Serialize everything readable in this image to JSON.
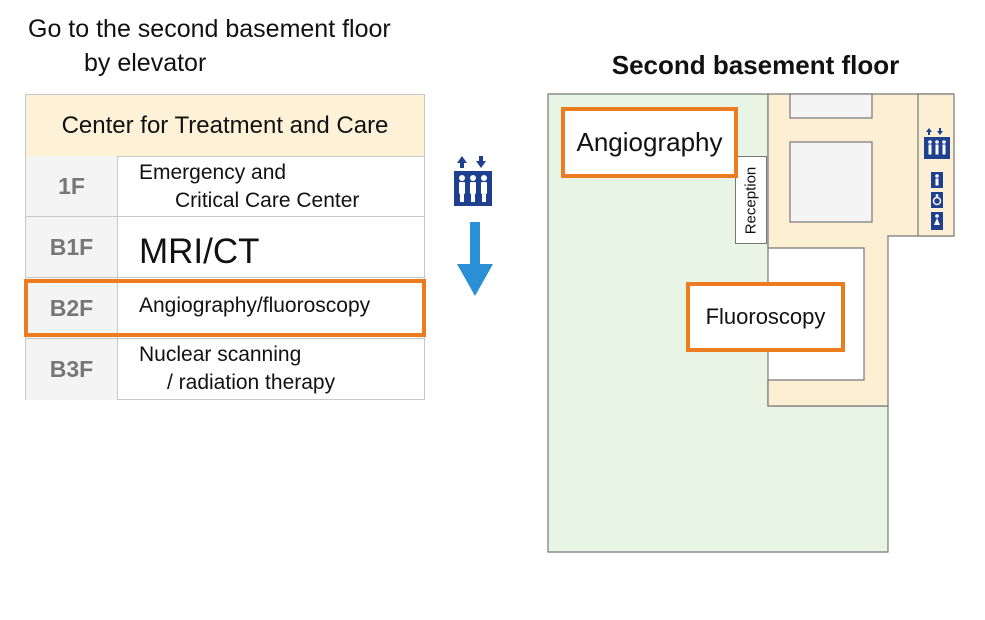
{
  "instruction": {
    "line1": "Go to the second basement floor",
    "line2": "by elevator"
  },
  "directory": {
    "heading": "Center for Treatment and Care",
    "rows": [
      {
        "floor": "1F",
        "line1": "Emergency and",
        "line2": "Critical Care Center"
      },
      {
        "floor": "B1F",
        "line1": "MRI/CT",
        "line2": ""
      },
      {
        "floor": "B2F",
        "line1": "Angiography/fluoroscopy",
        "line2": ""
      },
      {
        "floor": "B3F",
        "line1": "Nuclear scanning",
        "line2": "/ radiation therapy"
      }
    ],
    "highlighted_floor": "B2F"
  },
  "icons": {
    "elevator": "elevator-icon",
    "arrow": "arrow-down-icon",
    "restroom_male": "male-restroom-icon",
    "restroom_accessible": "accessible-restroom-icon",
    "restroom_female": "female-restroom-icon"
  },
  "map": {
    "title": "Second basement floor",
    "rooms": {
      "angiography": "Angiography",
      "fluoroscopy": "Fluoroscopy",
      "reception": "Reception"
    }
  },
  "colors": {
    "highlight": "#ec7c1f",
    "table_header": "#fdf2d8",
    "floor_cell": "#f4f4f4",
    "map_room_area": "#e8f5e4",
    "map_corridor": "#fcefd4",
    "elevator_blue": "#1f3f8f",
    "arrow_blue": "#2a8fd4"
  }
}
